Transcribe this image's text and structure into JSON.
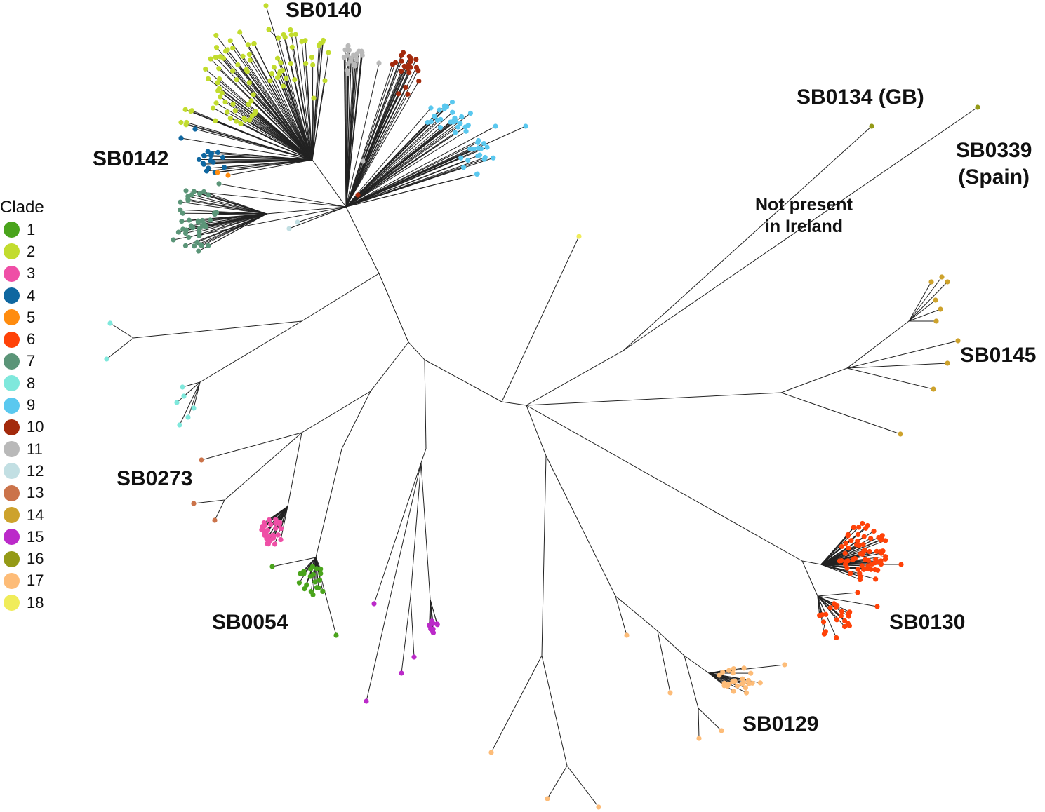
{
  "legend": {
    "title": "Clade",
    "items": [
      {
        "label": "1",
        "color": "#4aa41c"
      },
      {
        "label": "2",
        "color": "#c2dc2e"
      },
      {
        "label": "3",
        "color": "#ef4fa6"
      },
      {
        "label": "4",
        "color": "#0f67a0"
      },
      {
        "label": "5",
        "color": "#ff8c0f"
      },
      {
        "label": "6",
        "color": "#ff4208"
      },
      {
        "label": "7",
        "color": "#5b9578"
      },
      {
        "label": "8",
        "color": "#7fe8dc"
      },
      {
        "label": "9",
        "color": "#5ac8ef"
      },
      {
        "label": "10",
        "color": "#a32a0c"
      },
      {
        "label": "11",
        "color": "#b9b9b9"
      },
      {
        "label": "12",
        "color": "#c2dfe3"
      },
      {
        "label": "13",
        "color": "#cb734a"
      },
      {
        "label": "14",
        "color": "#cda22c"
      },
      {
        "label": "15",
        "color": "#bb2ac9"
      },
      {
        "label": "16",
        "color": "#949a17"
      },
      {
        "label": "17",
        "color": "#fdbc78"
      },
      {
        "label": "18",
        "color": "#f0ec5a"
      }
    ]
  },
  "labels": {
    "sb0140": "SB0140",
    "sb0142": "SB0142",
    "sb0273": "SB0273",
    "sb0054": "SB0054",
    "sb0134": "SB0134 (GB)",
    "sb0339_line1": "SB0339",
    "sb0339_line2": "(Spain)",
    "not_present_line1": "Not present",
    "not_present_line2": "in Ireland",
    "sb0145": "SB0145",
    "sb0130": "SB0130",
    "sb0129": "SB0129"
  }
}
